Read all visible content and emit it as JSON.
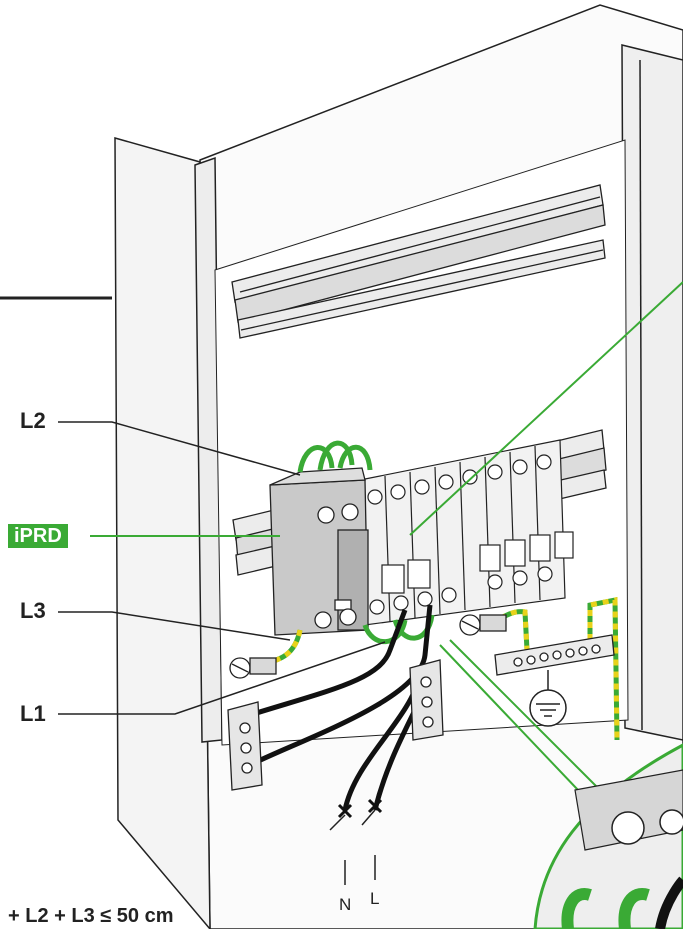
{
  "labels": {
    "l2": "L2",
    "l3": "L3",
    "l1": "L1",
    "iprd": "iPRD",
    "neutral": "N",
    "line": "L",
    "formula": "+ L2 + L3 ≤ 50 cm"
  },
  "colors": {
    "accent_green": "#3aaa35",
    "earth_yellow": "#e8d21a",
    "line_dark": "#222222",
    "panel_gray": "#efefef"
  }
}
